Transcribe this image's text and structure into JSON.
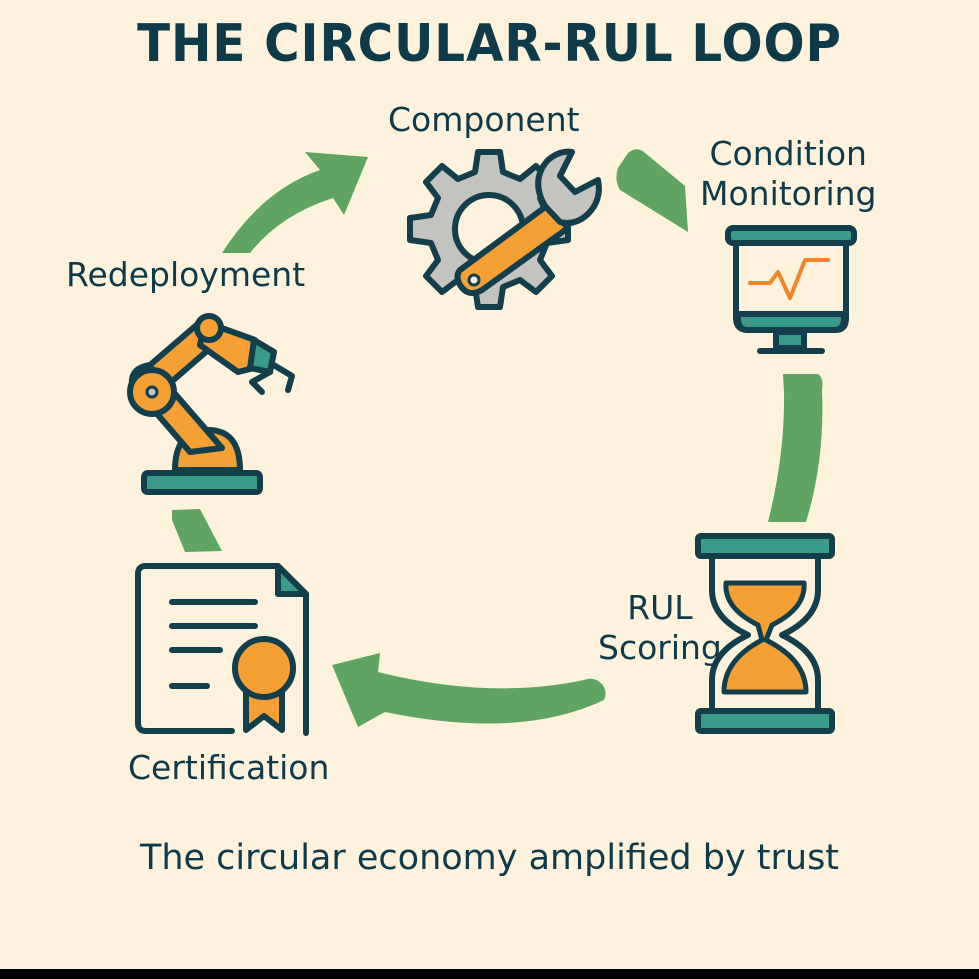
{
  "title": "THE CIRCULAR-RUL LOOP",
  "subtitle": "The circular economy amplified by trust",
  "colors": {
    "background": "#fdf3dc",
    "text": "#0f3a4a",
    "arrow": "#5fa463",
    "accent_orange": "#f4a035",
    "accent_teal": "#3a9b8a",
    "gear_gray": "#c3c3c0",
    "outline": "#133e4c"
  },
  "steps": [
    {
      "id": "component",
      "label": "Component",
      "icon": "gear-wrench-icon"
    },
    {
      "id": "condition",
      "label_line1": "Condition",
      "label_line2": "Monitoring",
      "icon": "monitor-chart-icon"
    },
    {
      "id": "rul",
      "label_line1": "RUL",
      "label_line2": "Scoring",
      "icon": "hourglass-icon"
    },
    {
      "id": "certification",
      "label": "Certification",
      "icon": "certificate-icon"
    },
    {
      "id": "redeployment",
      "label": "Redeployment",
      "icon": "robot-arm-icon"
    }
  ]
}
